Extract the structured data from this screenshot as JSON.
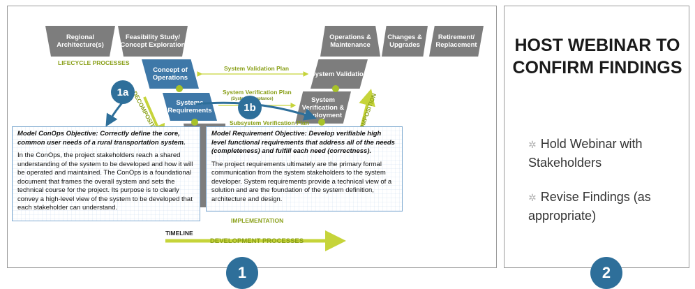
{
  "panel1": {
    "number": "1",
    "top_boxes_left": [
      "Regional Architecture(s)",
      "Feasibility Study/ Concept Exploration"
    ],
    "top_boxes_right": [
      "Operations & Maintenance",
      "Changes & Upgrades",
      "Retirement/ Replacement"
    ],
    "lifecycle_label": "LIFECYCLE PROCESSES",
    "concept_of_operations": "Concept of Operations",
    "systems_requirements": "Systems Requirements",
    "system_validation": "System Validation",
    "system_verification": "System Verification & Deployment",
    "validation_plan": "System Validation Plan",
    "verification_plan": "System Verification Plan",
    "verification_plan_sub": "(System Acceptance)",
    "subsystem_plan": "Subsystem Verification Plan",
    "decomposition": "DECOMPOSITION",
    "composition": "COMPOSITION",
    "implementation": "IMPLEMENTATION",
    "timeline": "TIMELINE",
    "development_processes": "DEVELOPMENT PROCESSES",
    "step_1a": "1a",
    "step_1b": "1b",
    "callout_1a": {
      "objective": "Model ConOps Objective: Correctly define the core, common user needs of a rural transportation system.",
      "body": "In the ConOps, the project stakeholders reach a shared understanding of the system to be developed and how it will be operated and maintained. The ConOps is a foundational document that frames the overall system and sets the technical course for the project. Its purpose is to clearly convey a high-level view of the system to be developed that each stakeholder can understand."
    },
    "callout_1b": {
      "objective": "Model Requirement Objective: Develop verifiable high level functional requirements that address all of the needs (completeness) and fulfill each need (correctness).",
      "body": "The project requirements ultimately are the primary formal communication from the system stakeholders to the system developer. System requirements provide a technical view of a solution and are the foundation of the system definition, architecture and design."
    }
  },
  "panel2": {
    "number": "2",
    "title": "HOST WEBINAR TO CONFIRM FINDINGS",
    "bullets": [
      "Hold Webinar with Stakeholders",
      "Revise Findings (as appropriate)"
    ],
    "bullet_icon": "asterisk-bullet-icon"
  },
  "colors": {
    "accent_blue": "#2e6f9a",
    "gray_box": "#7d7d7d",
    "green": "#8aa01a"
  }
}
